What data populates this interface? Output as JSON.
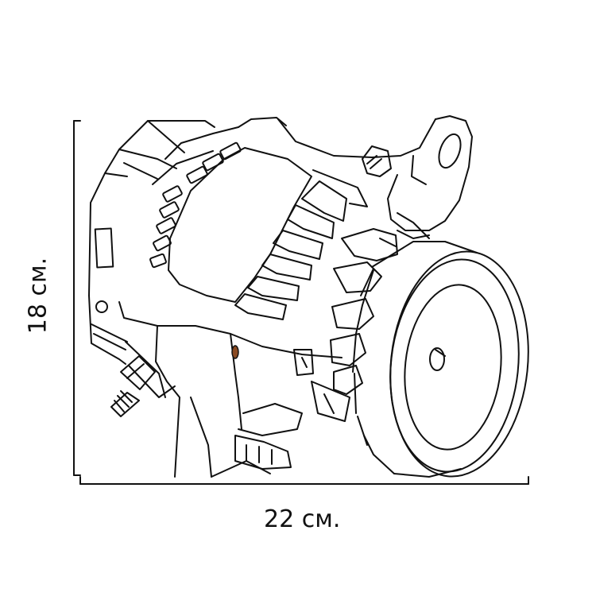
{
  "dimensions": {
    "width_label": "22 см.",
    "height_label": "18 см."
  },
  "illustration": {
    "subject": "alternator-line-drawing",
    "line_color": "#111111",
    "background_color": "#ffffff",
    "accent_color": "#8a4a22"
  }
}
